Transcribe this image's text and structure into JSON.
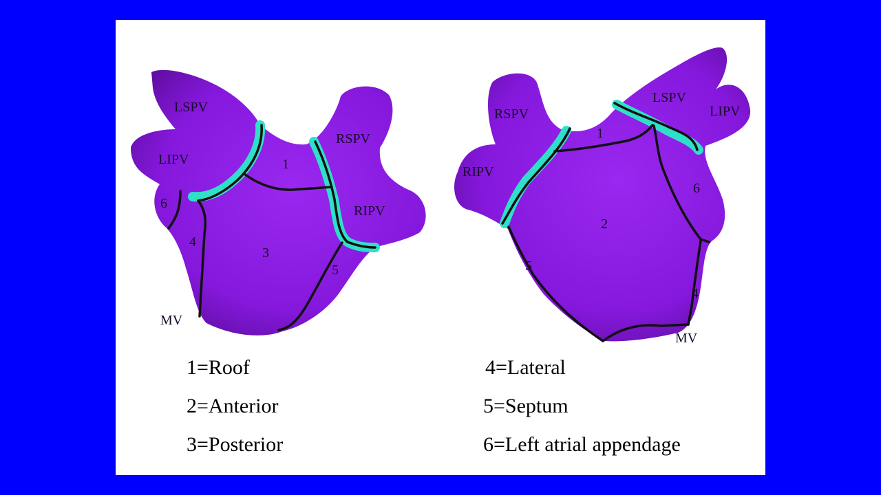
{
  "left_view": {
    "vein_labels": {
      "lspv": "LSPV",
      "lipv": "LIPV",
      "rspv": "RSPV",
      "ripv": "RIPV"
    },
    "region_labels": {
      "r1": "1",
      "r3": "3",
      "r4": "4",
      "r5": "5",
      "r6": "6"
    },
    "mv_label": "MV"
  },
  "right_view": {
    "vein_labels": {
      "lspv": "LSPV",
      "lipv": "LIPV",
      "rspv": "RSPV",
      "ripv": "RIPV"
    },
    "region_labels": {
      "r1": "1",
      "r2": "2",
      "r4": "4",
      "r5": "5",
      "r6": "6"
    },
    "mv_label": "MV"
  },
  "legend": [
    {
      "text": "1=Roof"
    },
    {
      "text": "2=Anterior"
    },
    {
      "text": "3=Posterior"
    },
    {
      "text": "4=Lateral"
    },
    {
      "text": "5=Septum"
    },
    {
      "text": "6=Left atrial appendage"
    }
  ],
  "colors": {
    "background": "#0000ff",
    "atrium": "#8a1ee6",
    "atrium_shade": "#6a14b0",
    "ablation_line": "#2fe0c8",
    "boundary": "#111111"
  }
}
